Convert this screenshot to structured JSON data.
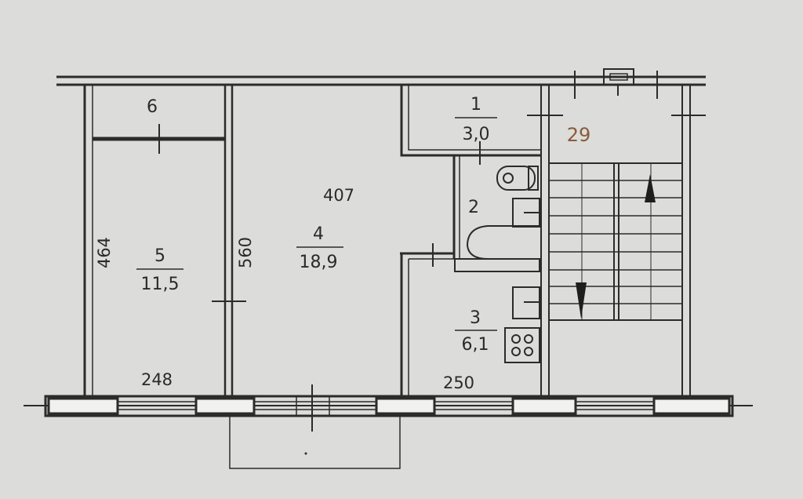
{
  "plan": {
    "apartment_number": "29",
    "rooms": [
      {
        "id": "1",
        "area": "3,0"
      },
      {
        "id": "2",
        "area": ""
      },
      {
        "id": "3",
        "area": "6,1"
      },
      {
        "id": "4",
        "area": "18,9"
      },
      {
        "id": "5",
        "area": "11,5"
      },
      {
        "id": "6",
        "area": ""
      }
    ],
    "dimensions": {
      "d407": "407",
      "d464": "464",
      "d560": "560",
      "d248": "248",
      "d250": "250"
    },
    "colors": {
      "background": "#dcdcda",
      "lines": "#2b2b2b",
      "apartment_number": "#8a5a3a"
    }
  }
}
